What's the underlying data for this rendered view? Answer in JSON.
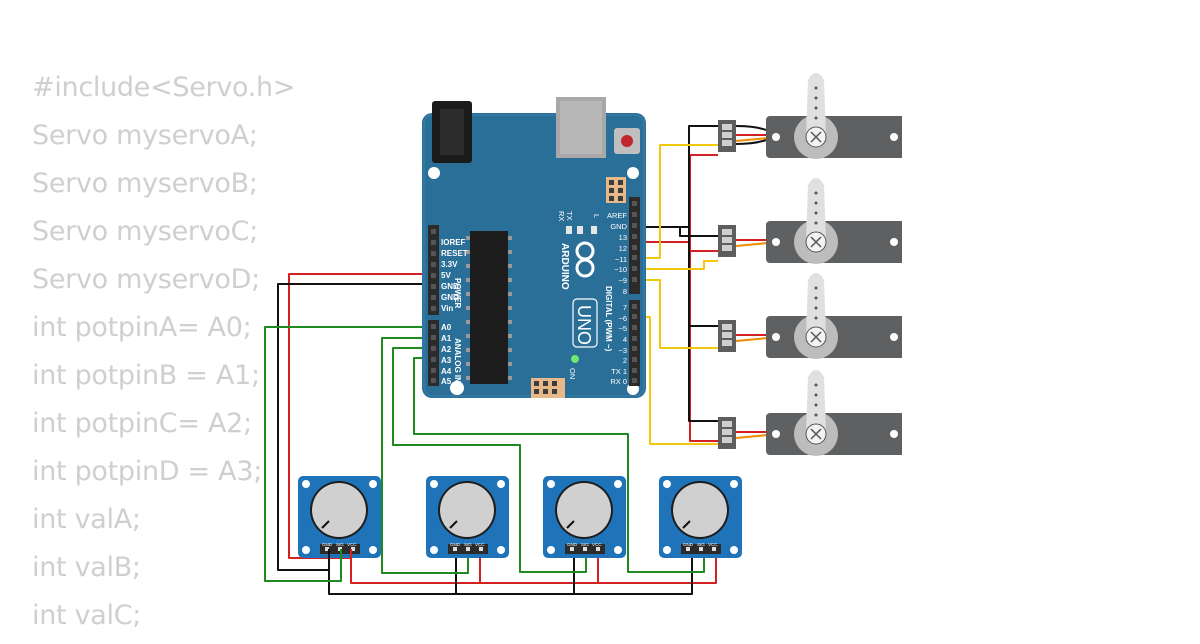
{
  "code_lines": [
    "#include<Servo.h>",
    "Servo myservoA;",
    "Servo myservoB;",
    "Servo myservoC;",
    "Servo myservoD;",
    "int potpinA= A0;",
    "int potpinB = A1;",
    "int potpinC= A2;",
    "int potpinD = A3;",
    "int valA;",
    "int valB;",
    "int valC;"
  ],
  "board": {
    "brand": "ARDUINO",
    "model": "UNO",
    "on_label": "ON",
    "tx_label": "TX",
    "rx_label": "RX",
    "l_label": "L",
    "power_label": "POWER",
    "analog_label": "ANALOG IN",
    "digital_label": "DIGITAL (PWM ~)",
    "power_pins": [
      "IOREF",
      "RESET",
      "3.3V",
      "5V",
      "GND",
      "GND",
      "Vin"
    ],
    "analog_pins": [
      "A0",
      "A1",
      "A2",
      "A3",
      "A4",
      "A5"
    ],
    "digital_pins_top": [
      "AREF",
      "GND",
      "13",
      "12",
      "~11",
      "~10",
      "~9",
      "8"
    ],
    "digital_pins_bottom": [
      "7",
      "~6",
      "~5",
      "4",
      "~3",
      "2",
      "TX 1",
      "RX 0"
    ]
  },
  "pot_labels": [
    "GND",
    "SIG",
    "VCC"
  ],
  "colors": {
    "board": "#2a6f97",
    "wire_red": "#d42020",
    "wire_black": "#111111",
    "wire_green": "#1f8a1f",
    "wire_yellow": "#f2c80f",
    "wire_orange": "#f08a00",
    "servo_body": "#5f6062",
    "pot_board": "#1f73b8"
  }
}
